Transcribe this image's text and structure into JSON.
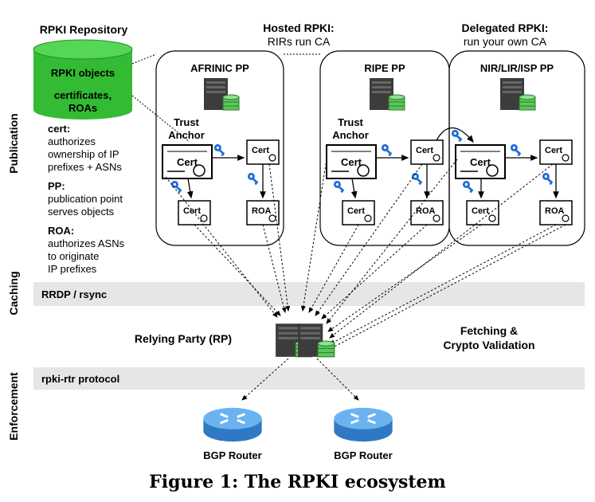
{
  "header": {
    "repo_title": "RPKI Repository",
    "hosted_title": "Hosted RPKI:",
    "hosted_sub": "RIRs run CA",
    "delegated_title": "Delegated RPKI:",
    "delegated_sub": "run your own CA"
  },
  "repo": {
    "line1": "RPKI objects",
    "line2": "certificates,",
    "line3": "ROAs"
  },
  "legend": [
    {
      "term": "cert:",
      "lines": [
        "authorizes",
        "ownership of IP",
        "prefixes + ASNs"
      ]
    },
    {
      "term": "PP:",
      "lines": [
        "publication point",
        "serves objects"
      ]
    },
    {
      "term": "ROA:",
      "lines": [
        "authorizes ASNs",
        "to originate",
        "IP prefixes"
      ]
    }
  ],
  "sections": {
    "publication": "Publication",
    "caching": "Caching",
    "enforcement": "Enforcement"
  },
  "pps": {
    "afrinic": "AFRINIC PP",
    "ripe": "RIPE PP",
    "nir": "NIR/LIR/ISP PP"
  },
  "labels": {
    "trust_anchor_1": "Trust",
    "trust_anchor_2": "Anchor",
    "cert": "Cert",
    "roa": "ROA"
  },
  "bands": {
    "caching": "RRDP / rsync",
    "enforcement": "rpki-rtr protocol"
  },
  "rp": {
    "label": "Relying Party (RP)",
    "fetch1": "Fetching &",
    "fetch2": "Crypto Validation"
  },
  "routers": {
    "left": "BGP Router",
    "right": "BGP Router"
  },
  "caption": "Figure 1: The RPKI ecosystem",
  "colors": {
    "repo_green": "#33bb33",
    "band_gray": "#e6e6e6",
    "key_blue": "#1e6fd6",
    "server_dark": "#3c3c3c",
    "router_blue": "#3f8fd8"
  }
}
